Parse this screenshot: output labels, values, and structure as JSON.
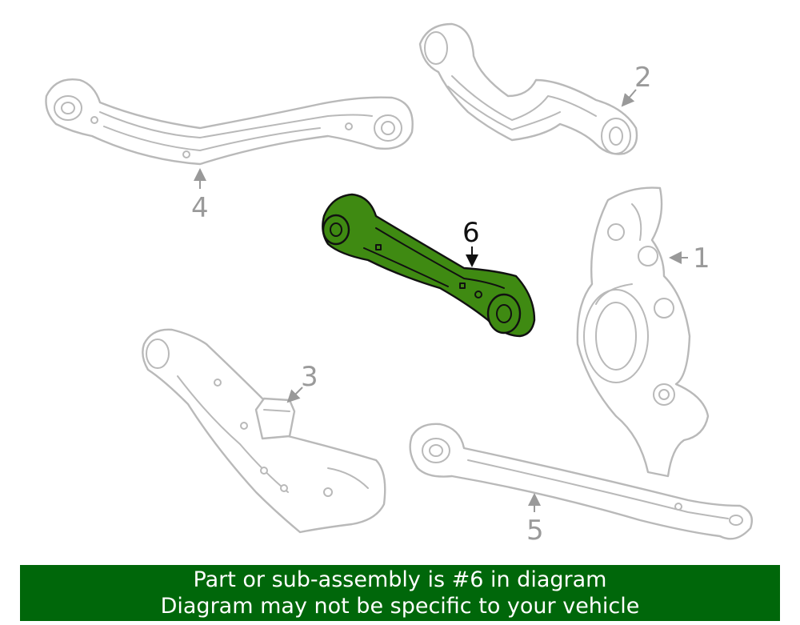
{
  "callouts": {
    "c1": "1",
    "c2": "2",
    "c3": "3",
    "c4": "4",
    "c5": "5",
    "c6": "6"
  },
  "highlight_color": "#3f8a12",
  "banner": {
    "line1": "Part or sub-assembly is #6 in diagram",
    "line2": "Diagram may not be specific to your vehicle",
    "background": "#00670a"
  }
}
